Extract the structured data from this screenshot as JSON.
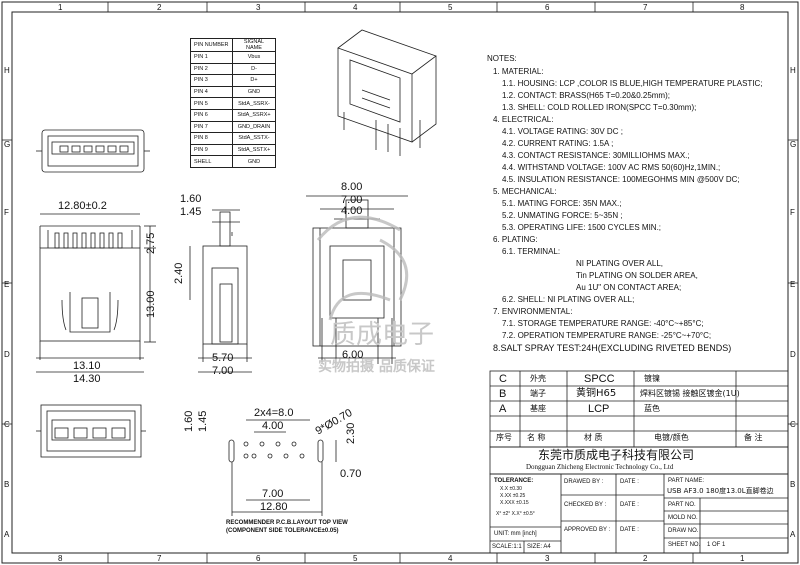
{
  "border": {
    "top_numbers": [
      "1",
      "2",
      "3",
      "4",
      "5",
      "6",
      "7",
      "8"
    ],
    "bottom_numbers": [
      "8",
      "7",
      "6",
      "5",
      "4",
      "3",
      "2",
      "1"
    ],
    "left_letters": [
      "H",
      "G",
      "F",
      "E",
      "D",
      "C",
      "B",
      "A"
    ],
    "right_letters": [
      "H",
      "G",
      "F",
      "E",
      "D",
      "C",
      "B",
      "A"
    ]
  },
  "pin_table": {
    "headers": [
      "PIN NUMBER",
      "SIGNAL NAME"
    ],
    "rows": [
      [
        "PIN 1",
        "Vbus"
      ],
      [
        "PIN 2",
        "D-"
      ],
      [
        "PIN 3",
        "D+"
      ],
      [
        "PIN 4",
        "GND"
      ],
      [
        "PIN 5",
        "StdA_SSRX-"
      ],
      [
        "PIN 6",
        "StdA_SSRX+"
      ],
      [
        "PIN 7",
        "GND_DRAIN"
      ],
      [
        "PIN 8",
        "StdA_SSTX-"
      ],
      [
        "PIN 9",
        "StdA_SSTX+"
      ],
      [
        "SHELL",
        "GND"
      ]
    ]
  },
  "notes": [
    "NOTES:",
    "1. MATERIAL:",
    "1.1. HOUSING: LCP ,COLOR IS BLUE,HIGH TEMPERATURE PLASTIC;",
    "1.2. CONTACT: BRASS(H65 T=0.20&0.25mm);",
    "1.3. SHELL: COLD ROLLED IRON(SPCC T=0.30mm);",
    "4. ELECTRICAL:",
    "4.1. VOLTAGE RATING: 30V DC ;",
    "4.2. CURRENT RATING: 1.5A ;",
    "4.3. CONTACT RESISTANCE: 30MILLIOHMS MAX.;",
    "4.4. WITHSTAND VOLTAGE: 100V AC RMS 50(60)Hz,1MIN.;",
    "4.5. INSULATION RESISTANCE: 100MEGOHMS MIN @500V DC;",
    "5. MECHANICAL:",
    "5.1. MATING FORCE: 35N MAX.;",
    "5.2. UNMATING FORCE: 5~35N ;",
    "5.3. OPERATING LIFE: 1500 CYCLES MIN.;",
    "6. PLATING:",
    "6.1. TERMINAL:",
    "NI PLATING OVER ALL,",
    "Tin PLATING ON SOLDER AREA,",
    "Au 1U\" ON CONTACT AREA;",
    "6.2. SHELL: NI PLATING OVER ALL;",
    "7. ENVIRONMENTAL:",
    "7.1. STORAGE TEMPERATURE RANGE: -40°C~+85°C;",
    "7.2. OPERATION TEMPERATURE RANGE: -25°C~+70°C;",
    "8.SALT SPRAY TEST:24H(EXCLUDING RIVETED BENDS)"
  ],
  "dims": {
    "front_width_top": "12.80±0.2",
    "front_height": "13.00",
    "front_top": "2.75",
    "front_width_1": "13.10",
    "front_width_2": "14.30",
    "side_160": "1.60",
    "side_145": "1.45",
    "side_240": "2.40",
    "side_570": "5.70",
    "side_700": "7.00",
    "rear_800": "8.00",
    "rear_700": "7.00",
    "rear_400": "4.00",
    "rear_600": "6.00",
    "pcb_2x4": "2x4=8.0",
    "pcb_400": "4.00",
    "pcb_holes": "9*Ø0.70",
    "pcb_160": "1.60",
    "pcb_145": "1.45",
    "pcb_230": "2.30",
    "pcb_070": "0.70",
    "pcb_700": "7.00",
    "pcb_1280": "12.80"
  },
  "pcb_caption": [
    "RECOMMENDER P.C.B.LAYOUT TOP VIEW",
    "(COMPONENT SIDE TOLERANCE±0.05)"
  ],
  "watermark": {
    "cn": "质成电子",
    "slogan": "实物拍摄  品质保证"
  },
  "bom": {
    "rows": [
      {
        "idx": "C",
        "name": "外壳",
        "mat": "SPCC",
        "finish": "镀镍",
        "note": ""
      },
      {
        "idx": "B",
        "name": "端子",
        "mat": "黄铜H65",
        "finish": "焊料区镀锡  接触区镀金(1U)",
        "note": ""
      },
      {
        "idx": "A",
        "name": "基座",
        "mat": "LCP",
        "finish": "蓝色",
        "note": ""
      }
    ],
    "header": {
      "idx": "序号",
      "name": "名    称",
      "mat": "材    质",
      "finish": "电镀/颜色",
      "note": "备    注"
    }
  },
  "company": {
    "cn": "东莞市质成电子科技有限公司",
    "en": "Dongguan Zhicheng Electronic Technology Co., Ltd"
  },
  "title_block": {
    "tolerance_title": "TOLERANCE:",
    "tolerances": [
      "X.X     ±0.30",
      "X.XX    ±0.25",
      "X.XXX  ±0.15"
    ],
    "angles": "X°  ±2°       X.X° ±0.5°",
    "unit": "UNIT: mm [inch]",
    "scale": "SCALE:1:1",
    "size": "SIZE: A4",
    "drawn_by": "DRAWED BY :",
    "checked_by": "CHECKED BY :",
    "approved_by": "APPROVED BY :",
    "date": "DATE :",
    "part_name_label": "PART NAME:",
    "part_name": "USB AF3.0 180度13.0L直脚卷边",
    "part_no": "PART NO.",
    "mold_no": "MOLD NO.",
    "draw_no": "DRAW NO.",
    "sheet_no": "SHEET NO.",
    "sheet_value": "1 OF 1"
  }
}
